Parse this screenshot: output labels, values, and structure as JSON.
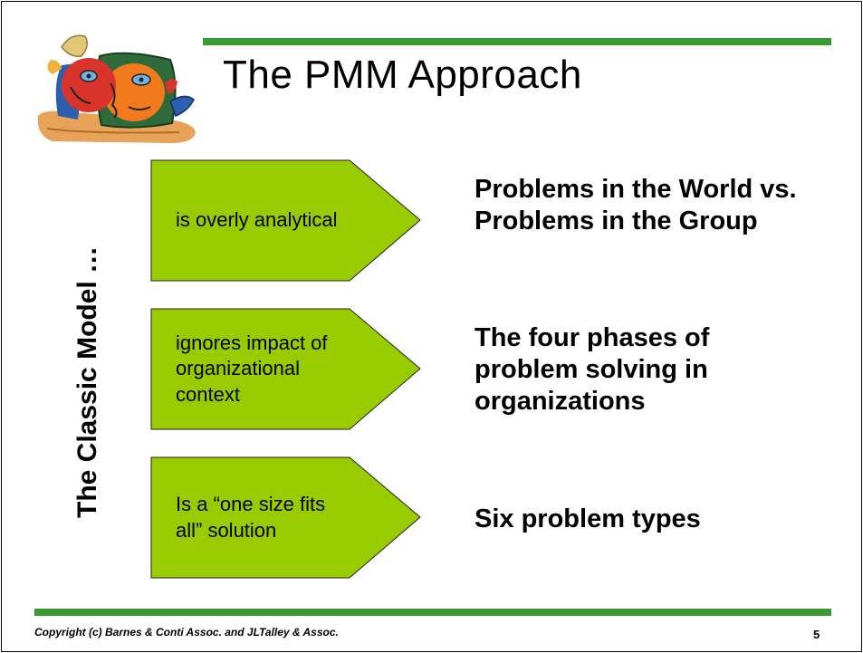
{
  "slide": {
    "title": "The PMM Approach",
    "side_label": "The Classic Model …",
    "criticisms": [
      "is overly analytical",
      "ignores impact of\norganizational\ncontext",
      "Is a “one size fits\nall” solution"
    ],
    "points": [
      "Problems in the World vs. Problems in the Group",
      "The four phases of problem solving in organizations",
      "Six problem types"
    ],
    "footer": {
      "copyright": "Copyright (c) Barnes & Conti Assoc. and JLTalley & Assoc.",
      "page_number": "5"
    }
  },
  "colors": {
    "accent_green": "#3a9a32",
    "box_green": "#99cc00",
    "box_border": "#222222"
  },
  "icons": {
    "logo": "abstract-faces-illustration"
  }
}
